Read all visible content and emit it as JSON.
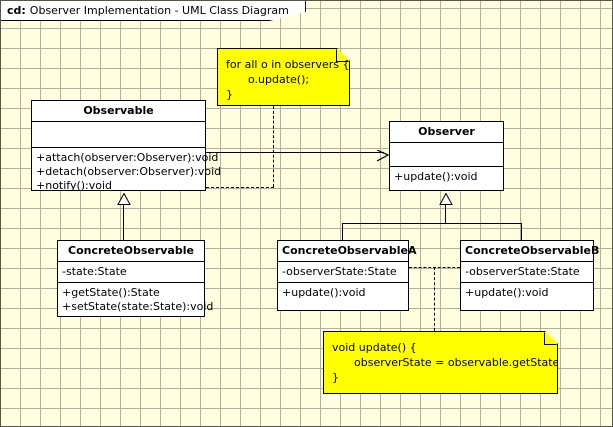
{
  "frame": {
    "kind": "cd:",
    "title": "Observer Implementation - UML Class Diagram"
  },
  "colors": {
    "canvas_background": "#ffffe0",
    "grid_line": "#b0b0a0",
    "class_fill": "#ffffff",
    "note_fill": "#ffff00",
    "line": "#000000"
  },
  "classes": [
    {
      "id": "observable",
      "name": "Observable",
      "attributes": [],
      "operations": [
        "+attach(observer:Observer):void",
        "+detach(observer:Observer):void",
        "+notify():void"
      ]
    },
    {
      "id": "observer",
      "name": "Observer",
      "attributes": [],
      "operations": [
        "+update():void"
      ]
    },
    {
      "id": "concrete-observable",
      "name": "ConcreteObservable",
      "attributes": [
        "-state:State"
      ],
      "operations": [
        "+getState():State",
        "+setState(state:State):void"
      ]
    },
    {
      "id": "concrete-observable-a",
      "name": "ConcreteObservableA",
      "attributes": [
        "-observerState:State"
      ],
      "operations": [
        "+update():void"
      ]
    },
    {
      "id": "concrete-observable-b",
      "name": "ConcreteObservableB",
      "attributes": [
        "-observerState:State"
      ],
      "operations": [
        "+update():void"
      ]
    }
  ],
  "notes": [
    {
      "id": "note-notify",
      "lines": [
        "for all o in observers {",
        "o.update();",
        "}"
      ]
    },
    {
      "id": "note-update",
      "lines": [
        "void update() {",
        "observerState = observable.getState();",
        "}"
      ]
    }
  ]
}
